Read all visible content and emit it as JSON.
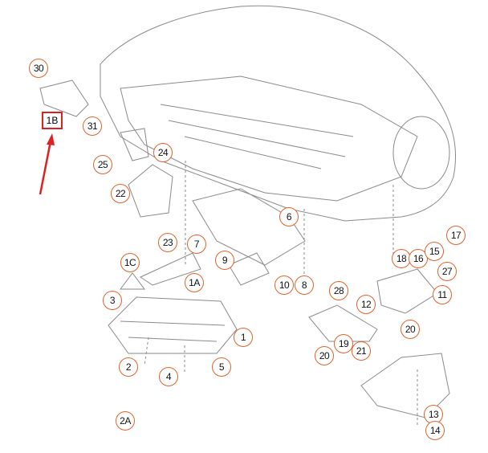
{
  "diagram": {
    "accent_color": "#e0622a",
    "highlight_color": "#e02020",
    "highlighted_part": "1B",
    "callouts": [
      "30",
      "1B",
      "31",
      "25",
      "24",
      "22",
      "23",
      "7",
      "1C",
      "1A",
      "9",
      "10",
      "8",
      "6",
      "3",
      "1",
      "2",
      "4",
      "5",
      "2A",
      "28",
      "12",
      "11",
      "20",
      "20",
      "19",
      "21",
      "18",
      "16",
      "15",
      "17",
      "27",
      "13",
      "14"
    ]
  }
}
